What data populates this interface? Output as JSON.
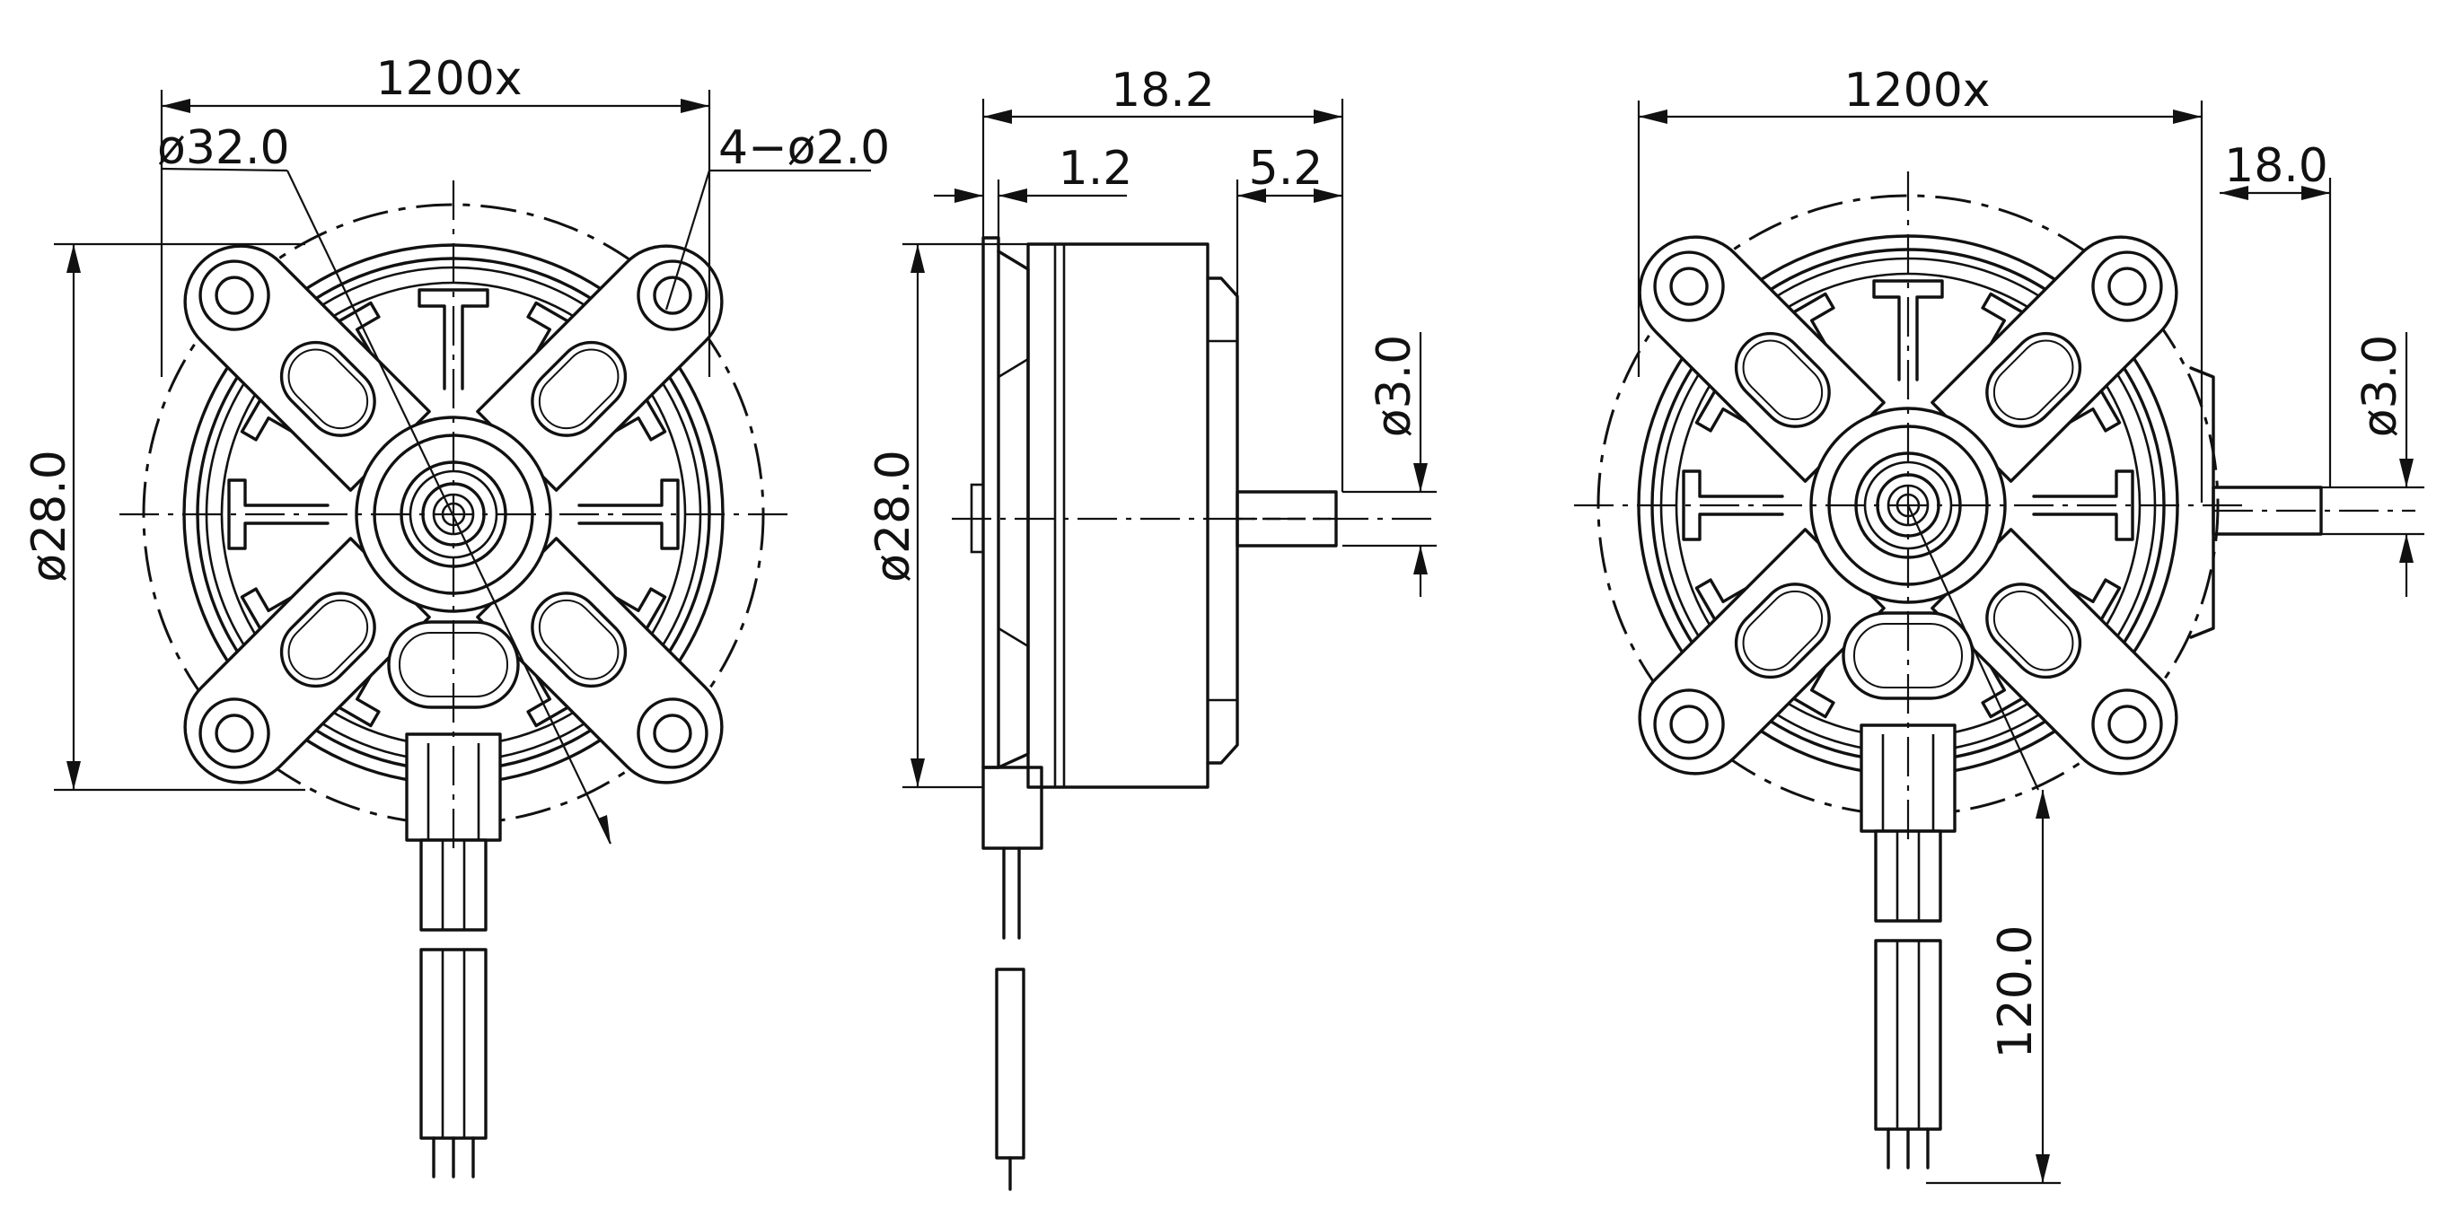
{
  "views": {
    "front": {
      "dims": {
        "width_top": "1200x",
        "diameter_outer": "ø32.0",
        "holes": "4−ø2.0",
        "diameter_body": "ø28.0"
      }
    },
    "side": {
      "dims": {
        "length_total": "18.2",
        "flange": "1.2",
        "shaft_length": "5.2",
        "diameter_body": "ø28.0",
        "shaft_diameter": "ø3.0"
      }
    },
    "rear": {
      "dims": {
        "width_top": "1200x",
        "shaft_length": "18.0",
        "shaft_diameter": "ø3.0",
        "lead_length": "120.0"
      }
    }
  }
}
